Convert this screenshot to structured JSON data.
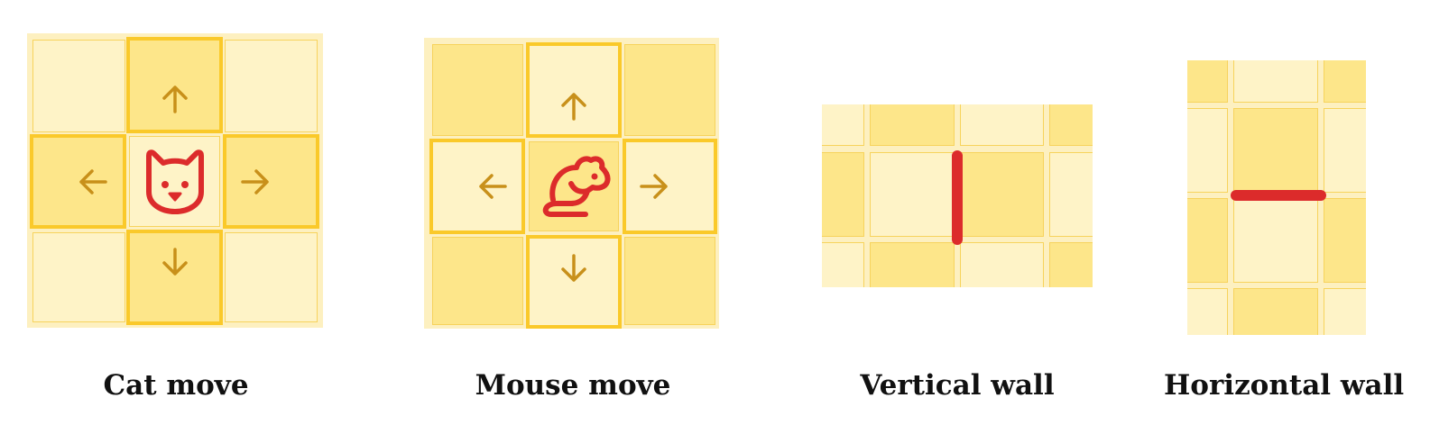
{
  "panels": [
    {
      "caption": "Cat move",
      "piece": "cat-icon",
      "arrows": [
        "up-arrow-icon",
        "left-arrow-icon",
        "right-arrow-icon",
        "down-arrow-icon"
      ]
    },
    {
      "caption": "Mouse move",
      "piece": "mouse-icon",
      "arrows": [
        "up-arrow-icon",
        "left-arrow-icon",
        "right-arrow-icon",
        "down-arrow-icon"
      ]
    },
    {
      "caption": "Vertical wall",
      "wall": "vertical"
    },
    {
      "caption": "Horizontal wall",
      "wall": "horizontal"
    }
  ],
  "colors": {
    "light_cell": "#fef3c7",
    "dark_cell": "#fde68a",
    "highlight_border": "#fac92a",
    "arrow": "#c8901a",
    "piece_and_wall": "#dc2b2b"
  }
}
